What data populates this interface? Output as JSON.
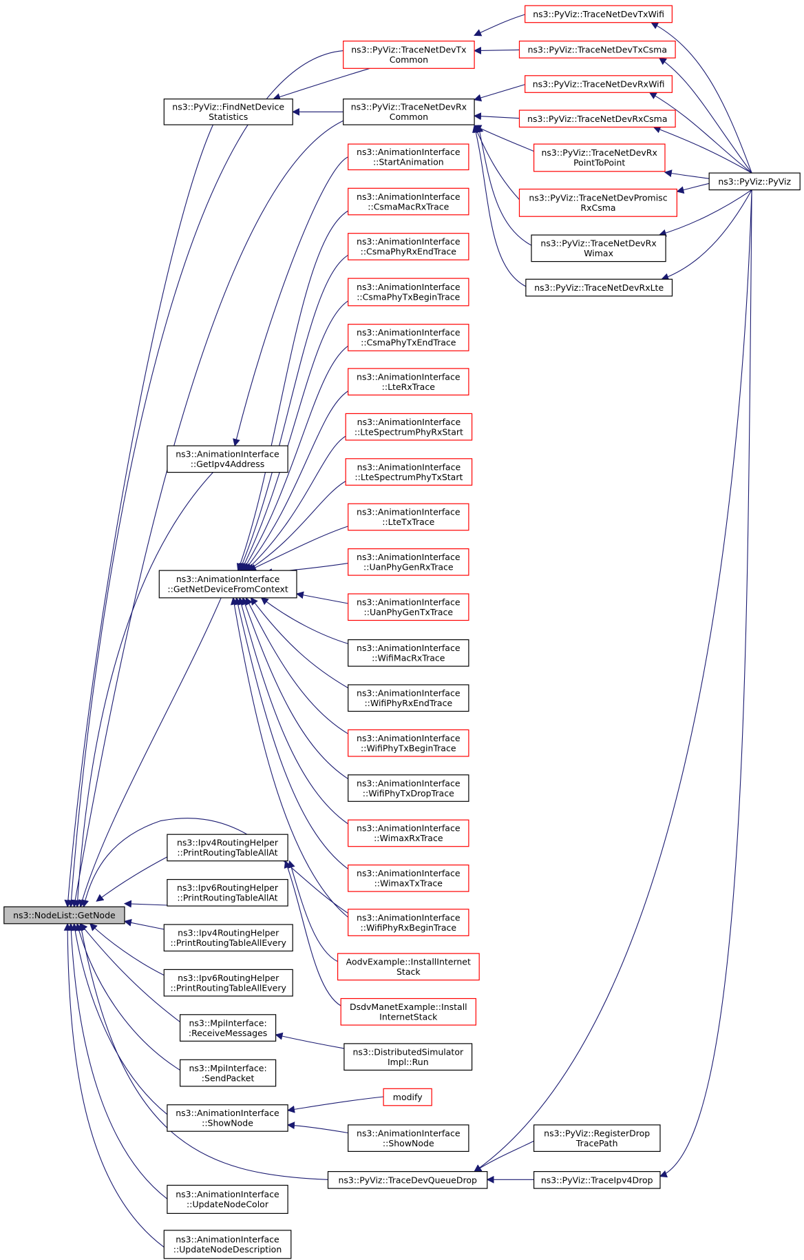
{
  "colors": {
    "edge": "#191970",
    "black_border": "#000000",
    "red_border": "#ff0000",
    "root_fill": "#bfbfbf"
  },
  "nodes": {
    "getnode": {
      "lines": [
        "ns3::NodeList::GetNode"
      ],
      "style": "grey"
    },
    "findnetdevstats": {
      "lines": [
        "ns3::PyViz::FindNetDevice",
        "Statistics"
      ],
      "style": "black"
    },
    "getipv4address": {
      "lines": [
        "ns3::AnimationInterface",
        "::GetIpv4Address"
      ],
      "style": "black"
    },
    "getnetdevctx": {
      "lines": [
        "ns3::AnimationInterface",
        "::GetNetDeviceFromContext"
      ],
      "style": "black"
    },
    "ipv4allat": {
      "lines": [
        "ns3::Ipv4RoutingHelper",
        "::PrintRoutingTableAllAt"
      ],
      "style": "black"
    },
    "ipv6allat": {
      "lines": [
        "ns3::Ipv6RoutingHelper",
        "::PrintRoutingTableAllAt"
      ],
      "style": "black"
    },
    "ipv4allevery": {
      "lines": [
        "ns3::Ipv4RoutingHelper",
        "::PrintRoutingTableAllEvery"
      ],
      "style": "black"
    },
    "ipv6allevery": {
      "lines": [
        "ns3::Ipv6RoutingHelper",
        "::PrintRoutingTableAllEvery"
      ],
      "style": "black"
    },
    "mpireceive": {
      "lines": [
        "ns3::MpiInterface:",
        ":ReceiveMessages"
      ],
      "style": "black"
    },
    "mpisend": {
      "lines": [
        "ns3::MpiInterface:",
        ":SendPacket"
      ],
      "style": "black"
    },
    "shownode": {
      "lines": [
        "ns3::AnimationInterface",
        "::ShowNode"
      ],
      "style": "black"
    },
    "updatecolor": {
      "lines": [
        "ns3::AnimationInterface",
        "::UpdateNodeColor"
      ],
      "style": "black"
    },
    "updatedesc": {
      "lines": [
        "ns3::AnimationInterface",
        "::UpdateNodeDescription"
      ],
      "style": "black"
    },
    "txcommon": {
      "lines": [
        "ns3::PyViz::TraceNetDevTx",
        "Common"
      ],
      "style": "red"
    },
    "rxcommon": {
      "lines": [
        "ns3::PyViz::TraceNetDevRx",
        "Common"
      ],
      "style": "black"
    },
    "startanim": {
      "lines": [
        "ns3::AnimationInterface",
        "::StartAnimation"
      ],
      "style": "red"
    },
    "csmamacrx": {
      "lines": [
        "ns3::AnimationInterface",
        "::CsmaMacRxTrace"
      ],
      "style": "red"
    },
    "csmaphyrxend": {
      "lines": [
        "ns3::AnimationInterface",
        "::CsmaPhyRxEndTrace"
      ],
      "style": "red"
    },
    "csmaphytxbegin": {
      "lines": [
        "ns3::AnimationInterface",
        "::CsmaPhyTxBeginTrace"
      ],
      "style": "red"
    },
    "csmaphytxend": {
      "lines": [
        "ns3::AnimationInterface",
        "::CsmaPhyTxEndTrace"
      ],
      "style": "red"
    },
    "lterx": {
      "lines": [
        "ns3::AnimationInterface",
        "::LteRxTrace"
      ],
      "style": "red"
    },
    "ltespecrx": {
      "lines": [
        "ns3::AnimationInterface",
        "::LteSpectrumPhyRxStart"
      ],
      "style": "red"
    },
    "ltespectx": {
      "lines": [
        "ns3::AnimationInterface",
        "::LteSpectrumPhyTxStart"
      ],
      "style": "red"
    },
    "ltetx": {
      "lines": [
        "ns3::AnimationInterface",
        "::LteTxTrace"
      ],
      "style": "red"
    },
    "uanrx": {
      "lines": [
        "ns3::AnimationInterface",
        "::UanPhyGenRxTrace"
      ],
      "style": "red"
    },
    "uantx": {
      "lines": [
        "ns3::AnimationInterface",
        "::UanPhyGenTxTrace"
      ],
      "style": "red"
    },
    "wifimacrx": {
      "lines": [
        "ns3::AnimationInterface",
        "::WifiMacRxTrace"
      ],
      "style": "black"
    },
    "wifiphyrxend": {
      "lines": [
        "ns3::AnimationInterface",
        "::WifiPhyRxEndTrace"
      ],
      "style": "black"
    },
    "wifiphytxbegin": {
      "lines": [
        "ns3::AnimationInterface",
        "::WifiPhyTxBeginTrace"
      ],
      "style": "red"
    },
    "wifiphytxdrop": {
      "lines": [
        "ns3::AnimationInterface",
        "::WifiPhyTxDropTrace"
      ],
      "style": "black"
    },
    "wimaxrx": {
      "lines": [
        "ns3::AnimationInterface",
        "::WimaxRxTrace"
      ],
      "style": "red"
    },
    "wimaxtx": {
      "lines": [
        "ns3::AnimationInterface",
        "::WimaxTxTrace"
      ],
      "style": "red"
    },
    "wifiphyrxbegin": {
      "lines": [
        "ns3::AnimationInterface",
        "::WifiPhyRxBeginTrace"
      ],
      "style": "red"
    },
    "aodvinstall": {
      "lines": [
        "AodvExample::InstallInternet",
        "Stack"
      ],
      "style": "red"
    },
    "dsdvinstall": {
      "lines": [
        "DsdvManetExample::Install",
        "InternetStack"
      ],
      "style": "red"
    },
    "distsimrun": {
      "lines": [
        "ns3::DistributedSimulator",
        "Impl::Run"
      ],
      "style": "black"
    },
    "modify": {
      "lines": [
        "modify"
      ],
      "style": "red"
    },
    "shownode2": {
      "lines": [
        "ns3::AnimationInterface",
        "::ShowNode"
      ],
      "style": "black"
    },
    "devqueuedrop": {
      "lines": [
        "ns3::PyViz::TraceDevQueueDrop"
      ],
      "style": "black"
    },
    "txwifi": {
      "lines": [
        "ns3::PyViz::TraceNetDevTxWifi"
      ],
      "style": "red"
    },
    "txcsma": {
      "lines": [
        "ns3::PyViz::TraceNetDevTxCsma"
      ],
      "style": "red"
    },
    "rxwifi": {
      "lines": [
        "ns3::PyViz::TraceNetDevRxWifi"
      ],
      "style": "red"
    },
    "rxcsma": {
      "lines": [
        "ns3::PyViz::TraceNetDevRxCsma"
      ],
      "style": "red"
    },
    "rxp2p": {
      "lines": [
        "ns3::PyViz::TraceNetDevRx",
        "PointToPoint"
      ],
      "style": "red"
    },
    "rxpromisc": {
      "lines": [
        "ns3::PyViz::TraceNetDevPromisc",
        "RxCsma"
      ],
      "style": "red"
    },
    "rxwimax": {
      "lines": [
        "ns3::PyViz::TraceNetDevRx",
        "Wimax"
      ],
      "style": "black"
    },
    "rxlte": {
      "lines": [
        "ns3::PyViz::TraceNetDevRxLte"
      ],
      "style": "black"
    },
    "registerdrop": {
      "lines": [
        "ns3::PyViz::RegisterDrop",
        "TracePath"
      ],
      "style": "black"
    },
    "traceipv4drop": {
      "lines": [
        "ns3::PyViz::TraceIpv4Drop"
      ],
      "style": "black"
    },
    "pyviz": {
      "lines": [
        "ns3::PyViz::PyViz"
      ],
      "style": "black"
    }
  },
  "edges": [
    [
      "txcommon",
      "getnode"
    ],
    [
      "rxcommon",
      "getnode"
    ],
    [
      "findnetdevstats",
      "getnode"
    ],
    [
      "getipv4address",
      "getnode"
    ],
    [
      "getnetdevctx",
      "getnode"
    ],
    [
      "ipv4allat",
      "getnode"
    ],
    [
      "ipv6allat",
      "getnode"
    ],
    [
      "ipv4allevery",
      "getnode"
    ],
    [
      "ipv6allevery",
      "getnode"
    ],
    [
      "mpireceive",
      "getnode"
    ],
    [
      "mpisend",
      "getnode"
    ],
    [
      "shownode",
      "getnode"
    ],
    [
      "updatecolor",
      "getnode"
    ],
    [
      "updatedesc",
      "getnode"
    ],
    [
      "devqueuedrop",
      "getnode"
    ],
    [
      "wifiphyrxbegin",
      "getnode"
    ],
    [
      "txcommon",
      "findnetdevstats"
    ],
    [
      "rxcommon",
      "findnetdevstats"
    ],
    [
      "startanim",
      "getipv4address"
    ],
    [
      "csmamacrx",
      "getnetdevctx"
    ],
    [
      "csmaphyrxend",
      "getnetdevctx"
    ],
    [
      "csmaphytxbegin",
      "getnetdevctx"
    ],
    [
      "csmaphytxend",
      "getnetdevctx"
    ],
    [
      "lterx",
      "getnetdevctx"
    ],
    [
      "ltespecrx",
      "getnetdevctx"
    ],
    [
      "ltespectx",
      "getnetdevctx"
    ],
    [
      "ltetx",
      "getnetdevctx"
    ],
    [
      "uanrx",
      "getnetdevctx"
    ],
    [
      "uantx",
      "getnetdevctx"
    ],
    [
      "wifimacrx",
      "getnetdevctx"
    ],
    [
      "wifiphyrxend",
      "getnetdevctx"
    ],
    [
      "wifiphytxbegin",
      "getnetdevctx"
    ],
    [
      "wifiphytxdrop",
      "getnetdevctx"
    ],
    [
      "wimaxrx",
      "getnetdevctx"
    ],
    [
      "wimaxtx",
      "getnetdevctx"
    ],
    [
      "wifiphyrxbegin",
      "getnetdevctx"
    ],
    [
      "aodvinstall",
      "ipv4allat"
    ],
    [
      "dsdvinstall",
      "ipv4allat"
    ],
    [
      "distsimrun",
      "mpireceive"
    ],
    [
      "modify",
      "shownode"
    ],
    [
      "shownode2",
      "shownode"
    ],
    [
      "txwifi",
      "txcommon"
    ],
    [
      "txcsma",
      "txcommon"
    ],
    [
      "rxwifi",
      "rxcommon"
    ],
    [
      "rxcsma",
      "rxcommon"
    ],
    [
      "rxp2p",
      "rxcommon"
    ],
    [
      "rxpromisc",
      "rxcommon"
    ],
    [
      "rxwimax",
      "rxcommon"
    ],
    [
      "rxlte",
      "rxcommon"
    ],
    [
      "registerdrop",
      "devqueuedrop"
    ],
    [
      "traceipv4drop",
      "devqueuedrop"
    ],
    [
      "pyviz",
      "txwifi"
    ],
    [
      "pyviz",
      "txcsma"
    ],
    [
      "pyviz",
      "rxwifi"
    ],
    [
      "pyviz",
      "rxcsma"
    ],
    [
      "pyviz",
      "rxp2p"
    ],
    [
      "pyviz",
      "rxpromisc"
    ],
    [
      "pyviz",
      "rxwimax"
    ],
    [
      "pyviz",
      "rxlte"
    ],
    [
      "pyviz",
      "devqueuedrop"
    ],
    [
      "pyviz",
      "traceipv4drop"
    ]
  ]
}
